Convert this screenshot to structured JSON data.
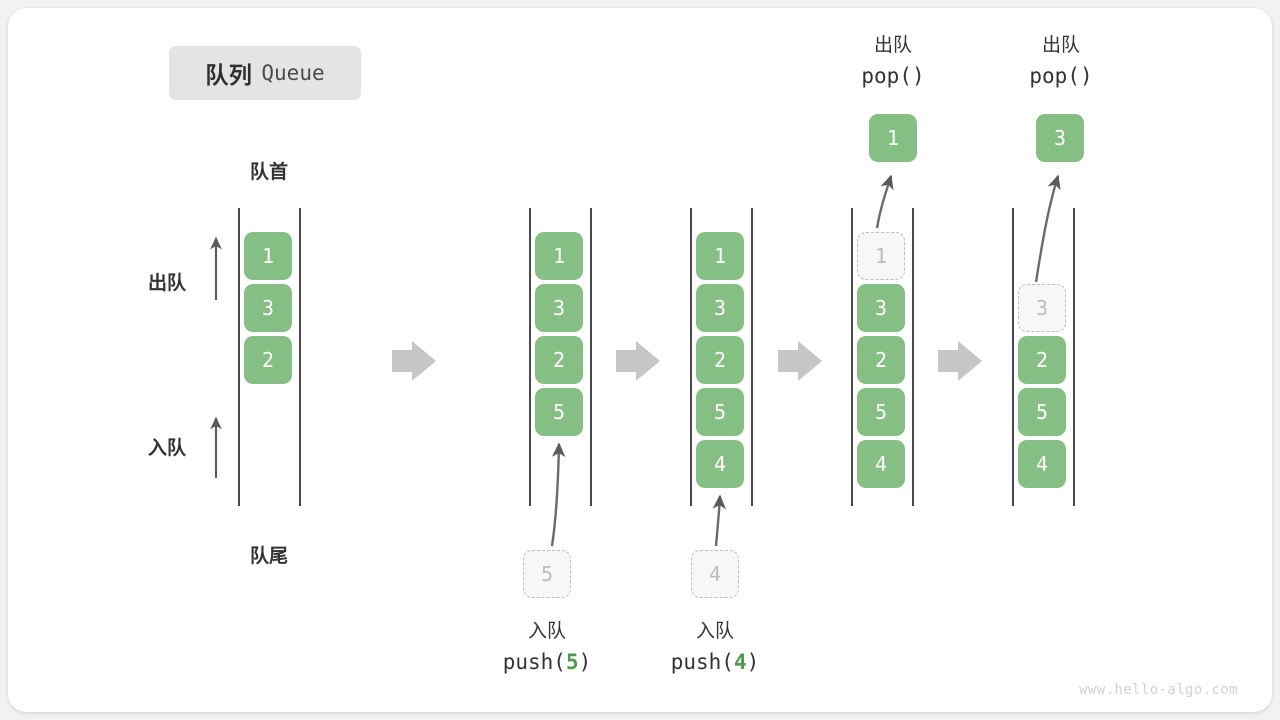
{
  "title": {
    "cn": "队列",
    "en": "Queue"
  },
  "labels": {
    "front": "队首",
    "rear": "队尾",
    "dequeue": "出队",
    "enqueue": "入队"
  },
  "colors": {
    "cell_green": "#85bf84",
    "cell_text": "#ffffff",
    "ghost_fill": "#f7f7f7",
    "ghost_border": "#bdbdbd",
    "ghost_text": "#bdbdbd",
    "rail": "#4a4a4a",
    "step_arrow": "#c6c6c6",
    "label_text": "#333333",
    "badge_bg": "#e4e4e4",
    "accent_num": "#4f9a4c",
    "watermark": "#d2d2d2",
    "page_bg": "#f2f2f2",
    "card_bg": "#ffffff"
  },
  "columns": [
    {
      "name": "initial",
      "cells": [
        "1",
        "3",
        "2"
      ]
    },
    {
      "name": "after-push-5",
      "cells": [
        "1",
        "3",
        "2",
        "5"
      ]
    },
    {
      "name": "after-push-4",
      "cells": [
        "1",
        "3",
        "2",
        "5",
        "4"
      ]
    },
    {
      "name": "popping-1",
      "cells": [
        "1",
        "3",
        "2",
        "5",
        "4"
      ],
      "ghost_index": 0
    },
    {
      "name": "popping-3",
      "cells": [
        "3",
        "2",
        "5",
        "4"
      ],
      "ghost_index": 0,
      "slot_offset": 1
    }
  ],
  "operations": {
    "push5": {
      "cn": "入队",
      "code_prefix": "push(",
      "num": "5",
      "code_suffix": ")",
      "ghost_value": "5"
    },
    "push4": {
      "cn": "入队",
      "code_prefix": "push(",
      "num": "4",
      "code_suffix": ")",
      "ghost_value": "4"
    },
    "pop1": {
      "cn": "出队",
      "code": "pop()",
      "value": "1"
    },
    "pop2": {
      "cn": "出队",
      "code": "pop()",
      "value": "3"
    }
  },
  "step_arrows": 4,
  "watermark": "www.hello-algo.com"
}
